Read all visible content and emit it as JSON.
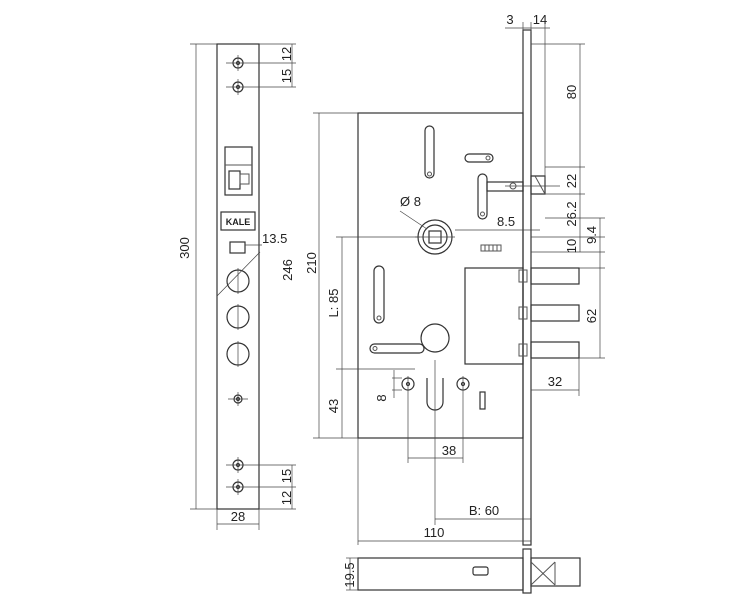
{
  "brand": {
    "logo_text": "KALE"
  },
  "faceplate": {
    "dim_length": "300",
    "dim_hole_span": "246",
    "dim_width": "28",
    "dim_top_hole_1": "12",
    "dim_top_hole_2": "15",
    "dim_bottom_hole_1": "15",
    "dim_bottom_hole_2": "12",
    "dim_latch_offset": "13.5"
  },
  "lock_body": {
    "dim_height": "210",
    "dim_width": "110",
    "dim_backset": "B: 60",
    "dim_cylinder_spacing": "38",
    "dim_spindle_to_cylinder": "L: 85",
    "dim_cylinder_to_bottom": "43",
    "dim_small_hole": "8",
    "dim_spindle": "Ø 8",
    "dim_spindle_offset": "8.5",
    "dim_plate_thickness": "3",
    "dim_plate_overhang": "14",
    "dim_top_to_latch": "80",
    "dim_latch_gap": "22",
    "dim_latch_height": "26.2",
    "dim_bolt_offset": "9.4",
    "dim_bolt_gap": "10",
    "dim_bolt_span": "62",
    "dim_bolt_throw": "32"
  },
  "bottom_view": {
    "dim_thickness": "19.5"
  }
}
